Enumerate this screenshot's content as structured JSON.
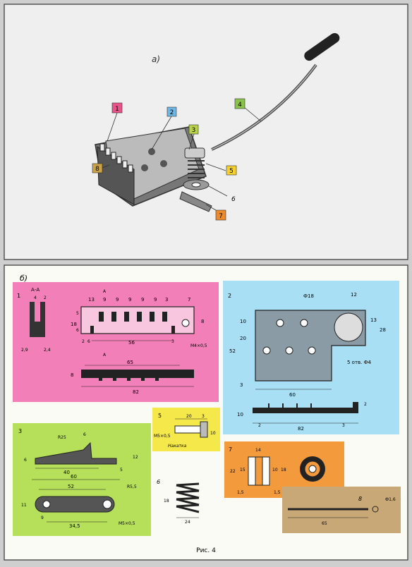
{
  "top_panel": {
    "caption": "а)",
    "callouts": [
      {
        "num": "1",
        "color": "#e8548a"
      },
      {
        "num": "2",
        "color": "#6fb7e4"
      },
      {
        "num": "3",
        "color": "#b7d34a"
      },
      {
        "num": "4",
        "color": "#8bc34a"
      },
      {
        "num": "5",
        "color": "#f4d030"
      },
      {
        "num": "6",
        "color": ""
      },
      {
        "num": "7",
        "color": "#ef8a2b"
      },
      {
        "num": "8",
        "color": "#c9a24a"
      }
    ]
  },
  "bottom_panel": {
    "caption": "б)",
    "figure_caption": "Рис. 4",
    "part1": {
      "num": "1",
      "section": "А-А",
      "dims": [
        "4",
        "2",
        "13",
        "9",
        "9",
        "9",
        "9",
        "9",
        "3",
        "7",
        "18",
        "8",
        "5",
        "6",
        "2",
        "6",
        "3",
        "2,9",
        "2,4",
        "56",
        "8",
        "М4×0,5",
        "65",
        "8",
        "82"
      ],
      "section_marks": [
        "А",
        "А"
      ]
    },
    "part2": {
      "num": "2",
      "dims": [
        "Ф18",
        "12",
        "10",
        "20",
        "52",
        "3",
        "13",
        "28",
        "5 отв. Ф4",
        "60",
        "10",
        "2",
        "82",
        "3",
        "2"
      ]
    },
    "part3": {
      "num": "3",
      "dims": [
        "R25",
        "6",
        "6",
        "12",
        "40",
        "5",
        "60",
        "R5,5",
        "52",
        "11",
        "9",
        "34,5",
        "М5×0,5"
      ]
    },
    "part5": {
      "num": "5",
      "dims": [
        "20",
        "3",
        "М5×0,5",
        "10",
        "Накатка"
      ]
    },
    "part6": {
      "num": "6",
      "dims": [
        "18",
        "24"
      ]
    },
    "part7": {
      "num": "7",
      "dims": [
        "14",
        "22",
        "15",
        "10",
        "18",
        "1,5",
        "1,5"
      ]
    },
    "part8": {
      "num": "8",
      "dims": [
        "Ф1,6",
        "65"
      ]
    }
  },
  "colors": {
    "pink": "#f27fb8",
    "blue": "#a8dff5",
    "green": "#b6e05a",
    "yellow": "#f5e84a",
    "orange": "#f39a3c",
    "tan": "#c9a877"
  }
}
